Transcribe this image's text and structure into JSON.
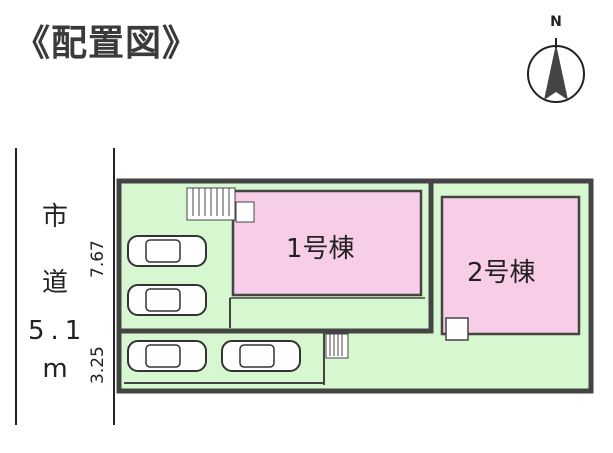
{
  "title": "《配置図》",
  "compass": {
    "label": "N",
    "icon": "north-arrow-icon"
  },
  "road": {
    "char1": "市",
    "char2": "道",
    "width_value": "5.1",
    "width_unit": "m"
  },
  "dimensions": {
    "upper_lot_depth": "7.67",
    "lower_lot_depth": "3.25"
  },
  "buildings": [
    {
      "label": "1号棟"
    },
    {
      "label": "2号棟"
    }
  ],
  "colors": {
    "lot_fill": "#d6f7cf",
    "building_fill": "#f8cde8",
    "outline": "#444444"
  }
}
